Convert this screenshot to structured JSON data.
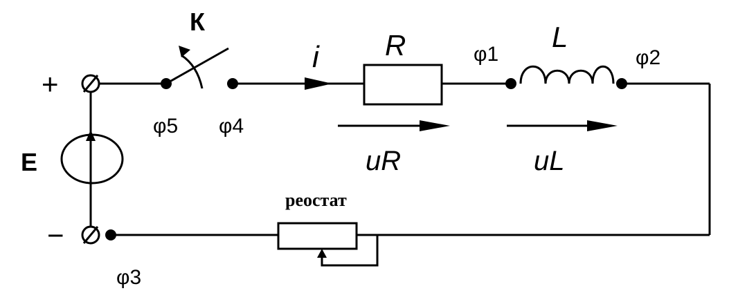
{
  "labels": {
    "switch": "К",
    "current": "i",
    "resistor": "R",
    "inductor": "L",
    "phi1": "φ1",
    "phi2": "φ2",
    "phi3": "φ3",
    "phi4": "φ4",
    "phi5": "φ5",
    "plus": "+",
    "minus": "−",
    "source": "E",
    "voltage_R": "uR",
    "voltage_L": "uL",
    "rheostat": "реостат"
  },
  "colors": {
    "line": "#000000",
    "background": "#ffffff"
  }
}
